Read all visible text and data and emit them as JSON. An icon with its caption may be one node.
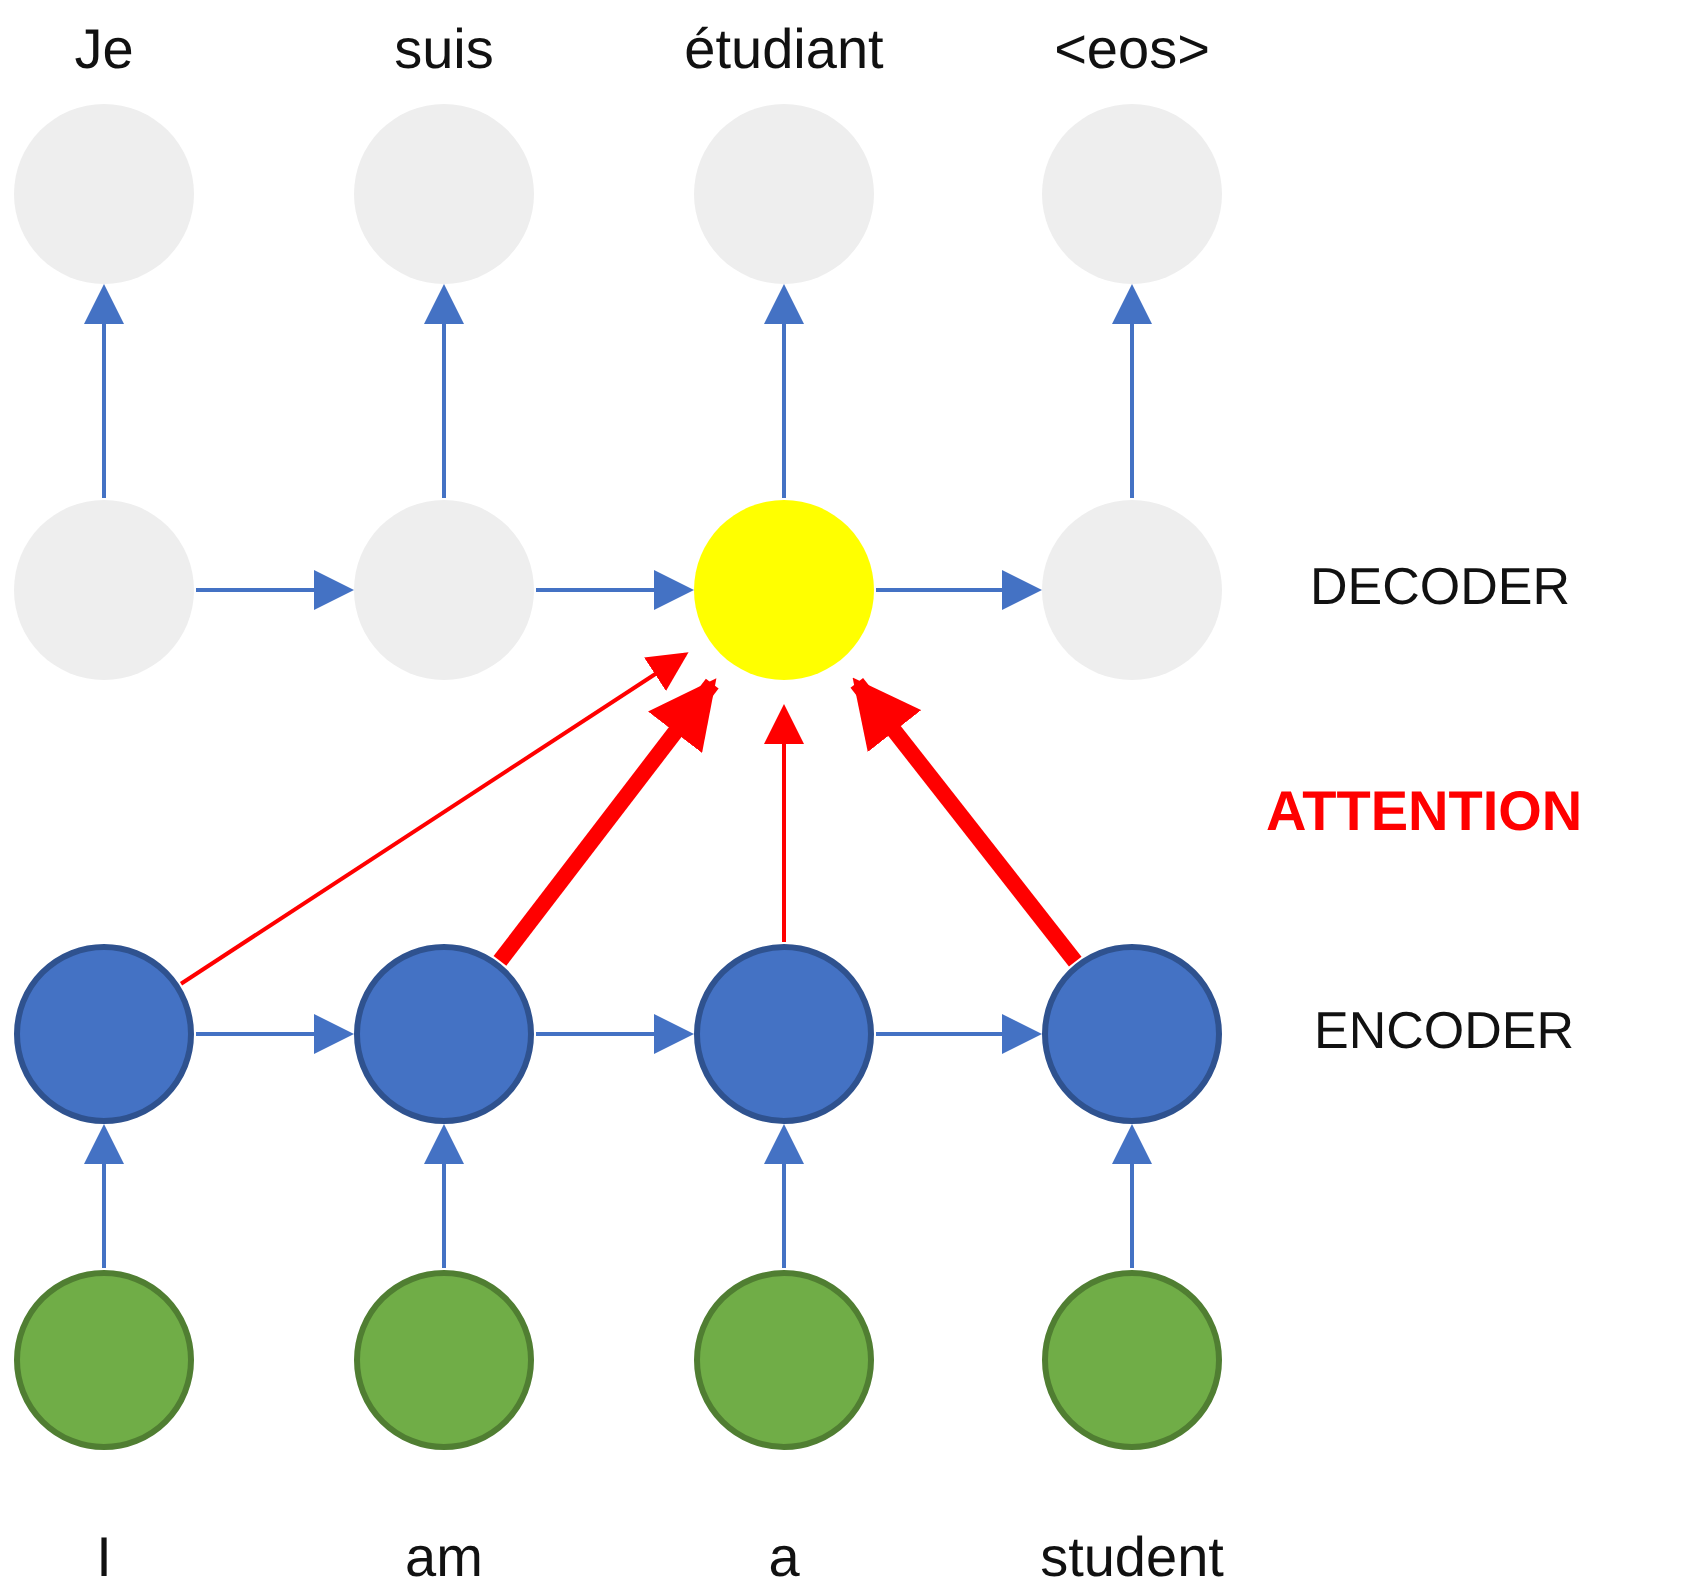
{
  "diagram": {
    "nodes": [
      {
        "text": [],
        "shape": "circle",
        "beside": [
          "Je"
        ]
      },
      {
        "text": [],
        "shape": "circle",
        "beside": [
          "suis"
        ]
      },
      {
        "text": [],
        "shape": "circle",
        "beside": [
          "étudiant"
        ]
      },
      {
        "text": [],
        "shape": "circle",
        "beside": [
          "<eos>"
        ]
      },
      {
        "text": [],
        "shape": "circle"
      },
      {
        "text": [],
        "shape": "circle"
      },
      {
        "text": [],
        "shape": "circle"
      },
      {
        "text": [],
        "shape": "circle"
      },
      {
        "text": [],
        "shape": "circle"
      },
      {
        "text": [],
        "shape": "circle"
      },
      {
        "text": [],
        "shape": "circle"
      },
      {
        "text": [],
        "shape": "circle"
      },
      {
        "text": [],
        "shape": "circle",
        "beside": [
          "I"
        ]
      },
      {
        "text": [],
        "shape": "circle",
        "beside": [
          "am"
        ]
      },
      {
        "text": [],
        "shape": "circle",
        "beside": [
          "a"
        ]
      },
      {
        "text": [],
        "shape": "circle",
        "beside": [
          "student"
        ]
      }
    ],
    "edges": [
      {
        "from": 4,
        "to": 0,
        "arrow": "to"
      },
      {
        "from": 5,
        "to": 1,
        "arrow": "to"
      },
      {
        "from": 6,
        "to": 2,
        "arrow": "to"
      },
      {
        "from": 7,
        "to": 3,
        "arrow": "to"
      },
      {
        "from": 4,
        "to": 5,
        "arrow": "to"
      },
      {
        "from": 5,
        "to": 6,
        "arrow": "to"
      },
      {
        "from": 6,
        "to": 7,
        "arrow": "to"
      },
      {
        "from": 8,
        "to": 9,
        "arrow": "to"
      },
      {
        "from": 9,
        "to": 10,
        "arrow": "to"
      },
      {
        "from": 10,
        "to": 11,
        "arrow": "to"
      },
      {
        "from": 12,
        "to": 8,
        "arrow": "to"
      },
      {
        "from": 13,
        "to": 9,
        "arrow": "to"
      },
      {
        "from": 14,
        "to": 10,
        "arrow": "to"
      },
      {
        "from": 15,
        "to": 11,
        "arrow": "to"
      },
      {
        "from": 8,
        "to": 6,
        "arrow": "to",
        "color": "#ff0000"
      },
      {
        "from": 9,
        "to": 6,
        "arrow": "to",
        "color": "#ff0000",
        "style": "thick"
      },
      {
        "from": 10,
        "to": 6,
        "arrow": "to",
        "color": "#ff0000"
      },
      {
        "from": 11,
        "to": 6,
        "arrow": "to",
        "color": "#ff0000",
        "style": "thick"
      }
    ],
    "labels": [
      "DECODER",
      "ATTENTION",
      "ENCODER"
    ]
  }
}
